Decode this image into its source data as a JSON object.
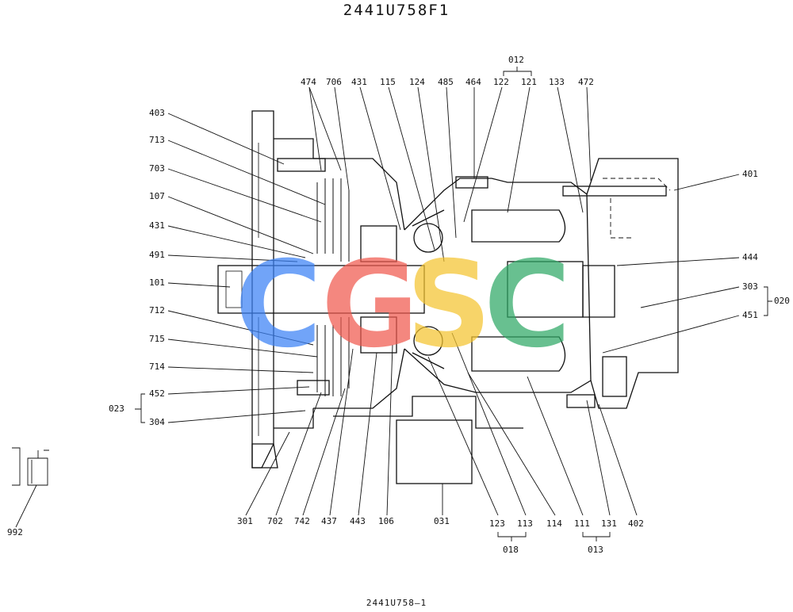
{
  "title": "2441U758F1",
  "footer": "2441U758—1",
  "watermark": {
    "letters": [
      {
        "char": "C",
        "color": "#3b82f6"
      },
      {
        "char": "G",
        "color": "#f05a4f"
      },
      {
        "char": "S",
        "color": "#f4c430"
      },
      {
        "char": "C",
        "color": "#2fa866"
      }
    ]
  },
  "callouts": {
    "top": [
      "474",
      "706",
      "431",
      "115",
      "124",
      "485",
      "464",
      "122",
      "121",
      "133",
      "472"
    ],
    "top_group": "012",
    "left": [
      "403",
      "713",
      "703",
      "107",
      "431",
      "491",
      "101",
      "712",
      "715",
      "714",
      "452",
      "304"
    ],
    "left_group": "023",
    "right": [
      "401",
      "444",
      "303",
      "451"
    ],
    "right_group": "020",
    "bottom": [
      "301",
      "702",
      "742",
      "437",
      "443",
      "106",
      "031",
      "123",
      "113",
      "114",
      "111",
      "131",
      "402"
    ],
    "bottom_groups": [
      "018",
      "013"
    ],
    "inset": "992"
  }
}
